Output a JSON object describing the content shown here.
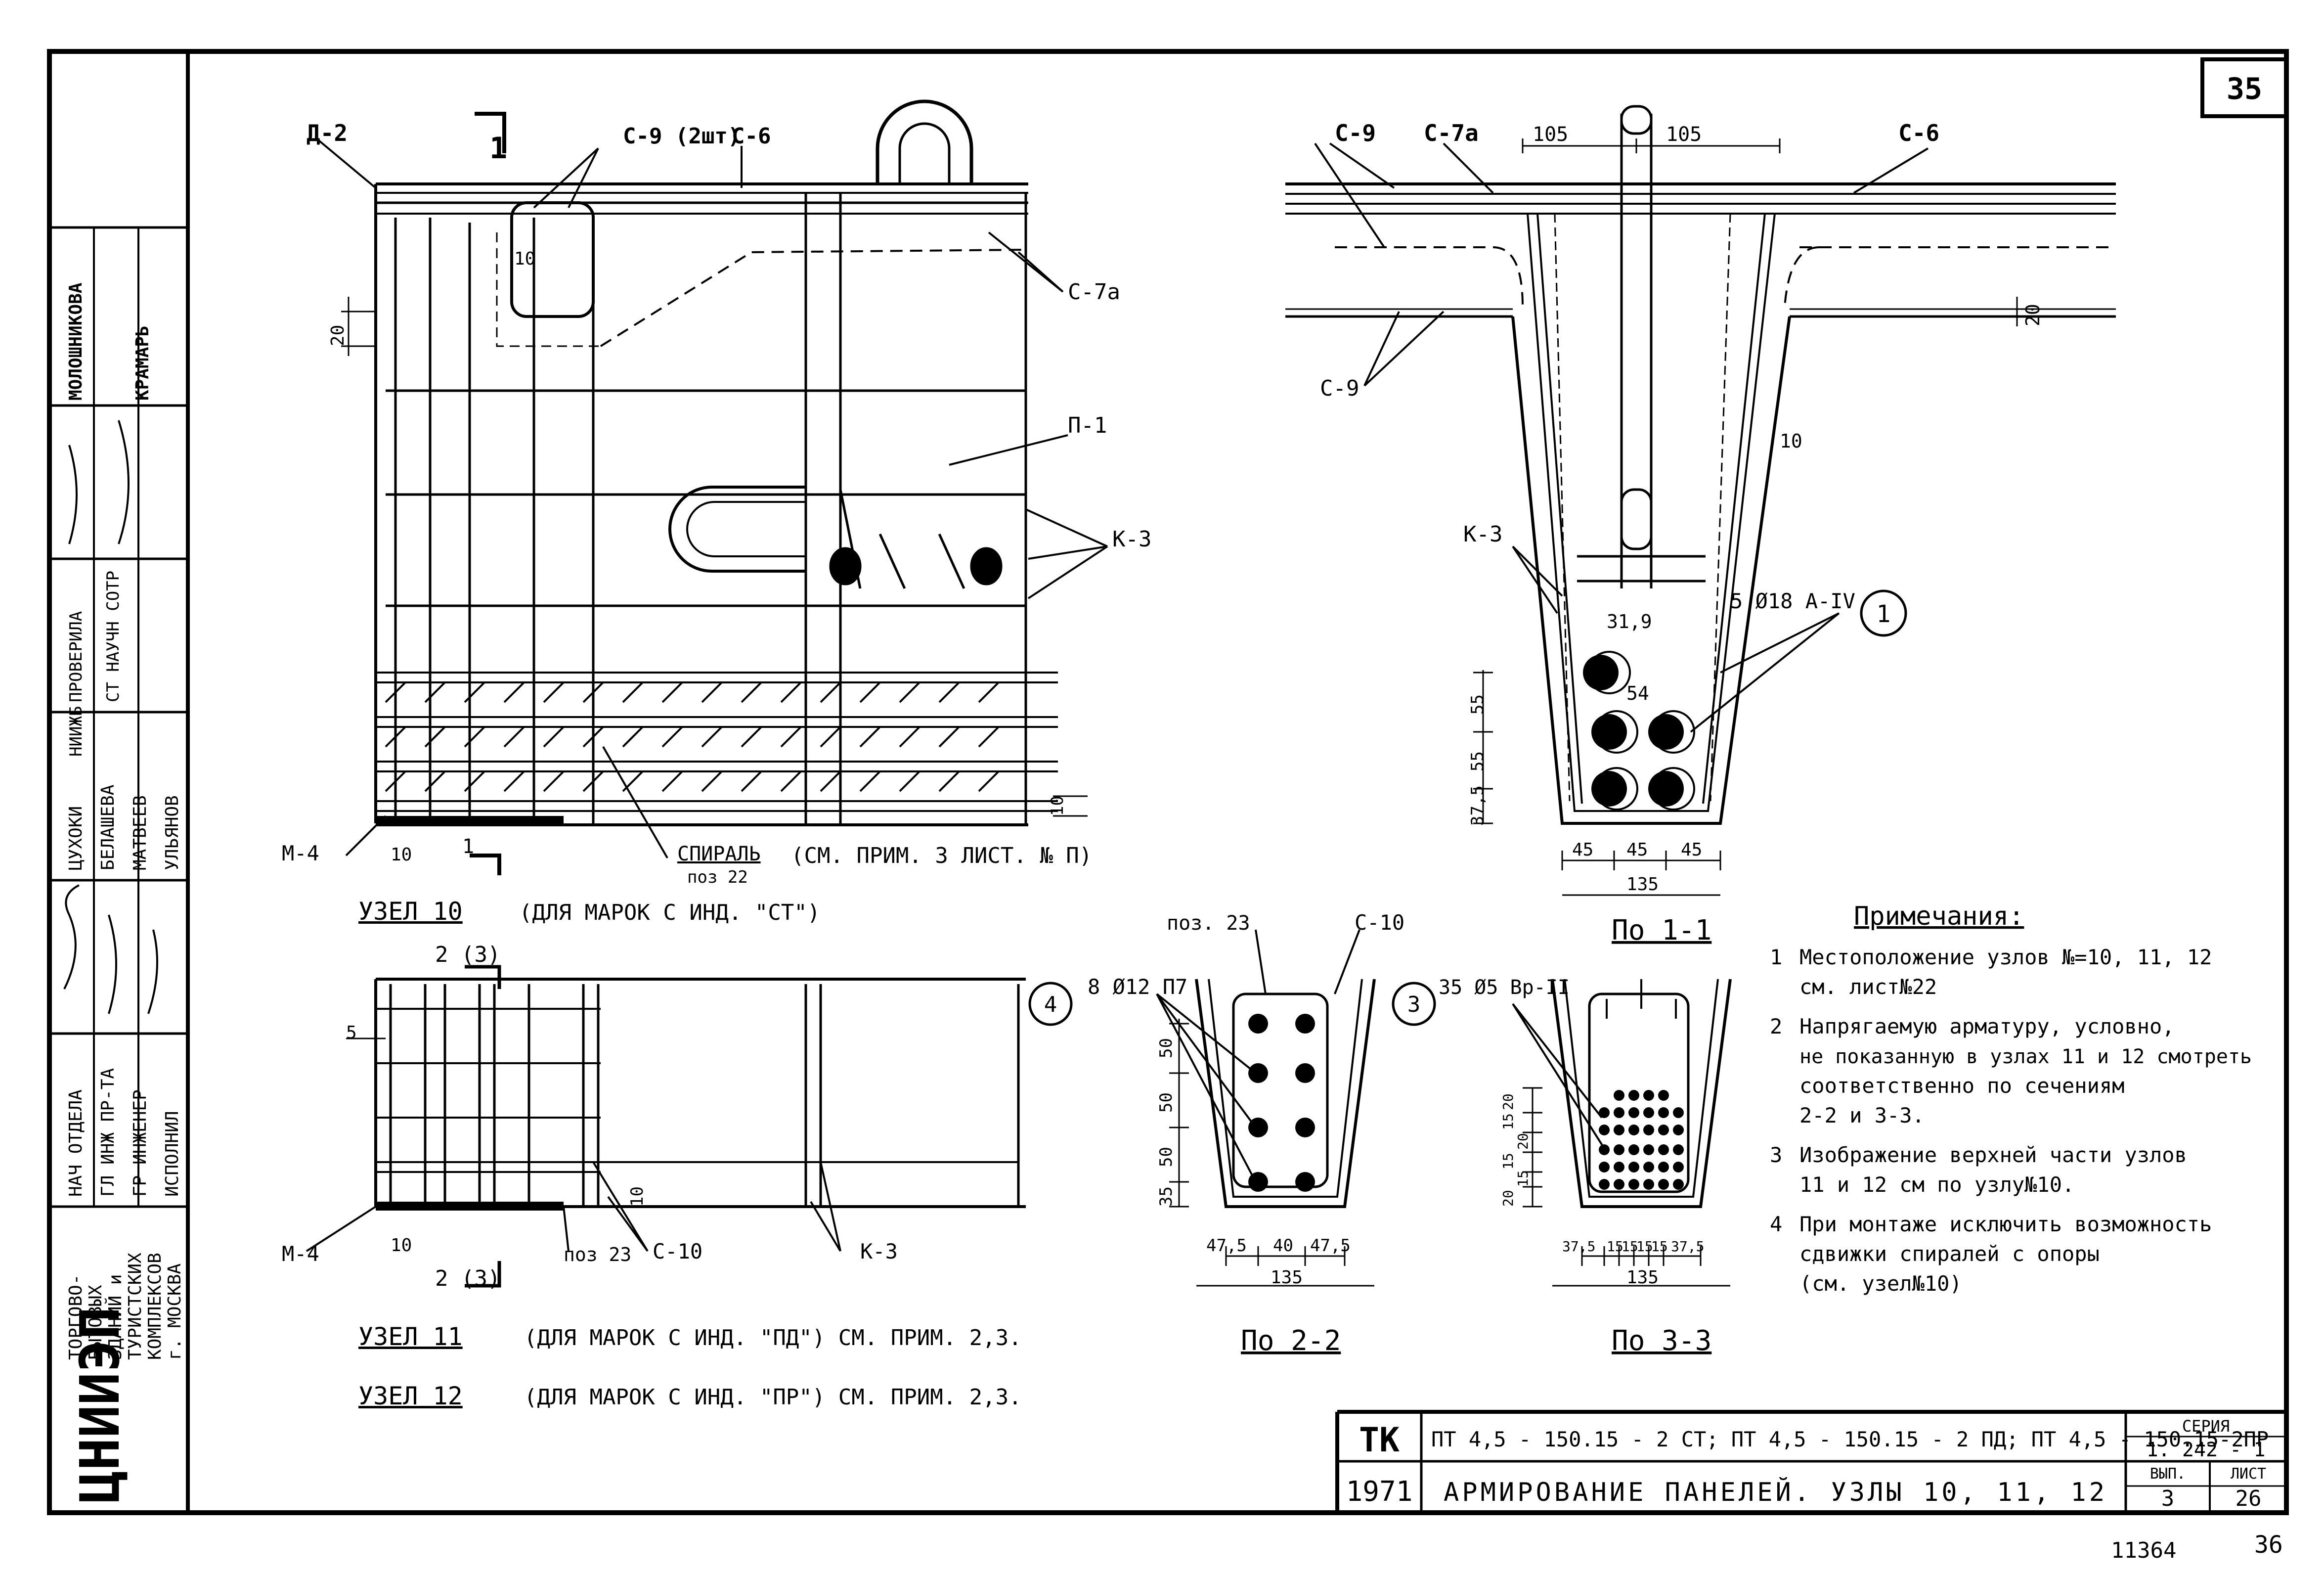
{
  "sheet": {
    "page_number": "35",
    "footer_number": "11364",
    "footer_page": "36"
  },
  "side_stamp": {
    "org": "ЦНИИЭП",
    "org_desc": [
      "ТОРГОВО-",
      "БЫТОВЫХ",
      "ЗДАНИЙ и",
      "ТУРИСТСКИХ",
      "КОМПЛЕКСОВ",
      "г. МОСКВА"
    ],
    "roles": [
      "НАЧ ОТДЕЛА",
      "ГЛ ИНЖ ПР-ТА",
      "ГР ИНЖЕНЕР",
      "ИСПОЛНИЛ"
    ],
    "names": [
      "ЦУХОКИ",
      "БЕЛАШЕВА",
      "МАТВЕЕВ",
      "УЛЬЯНОВ"
    ],
    "check_block": [
      "ПРОВЕРИЛА",
      "СТ НАУЧН СОТР",
      "НИИЖБ"
    ],
    "extra_names": [
      "МОЛОШНИКОВА",
      "КРАМАРЬ"
    ]
  },
  "uzel10": {
    "labels": {
      "d2": "Д-2",
      "section_mark": "1",
      "c9": "С-9 (2шт)",
      "c6": "С-6",
      "c7a": "С-7а",
      "p1": "П-1",
      "k3": "К-3",
      "m4": "М-4",
      "spiral": "СПИРАЛЬ",
      "poz22": "поз 22",
      "d10": "10",
      "d20": "20",
      "d10b": "10",
      "d10c": "10",
      "cut_bottom": "1"
    },
    "spiral_note": "(СМ. ПРИМ. 3 ЛИСТ. № П)",
    "title": "УЗЕЛ 10",
    "subtitle": "(ДЛЯ МАРОК С ИНД. \"СТ\")"
  },
  "uzel11": {
    "labels": {
      "cut_top": "2 (3)",
      "cut_bottom": "2 (3)",
      "d5": "5",
      "m4": "М-4",
      "d10": "10",
      "poz23": "поз 23",
      "c10": "С-10",
      "k3": "К-3",
      "d10b": "10"
    },
    "title": "УЗЕЛ 11",
    "subtitle": "(ДЛЯ МАРОК С ИНД. \"ПД\") СМ. ПРИМ. 2,3."
  },
  "uzel12": {
    "title": "УЗЕЛ 12",
    "subtitle": "(ДЛЯ МАРОК С ИНД. \"ПР\") СМ. ПРИМ. 2,3."
  },
  "section11": {
    "title": "По 1-1",
    "labels": {
      "c9": "С-9",
      "c7a": "С-7а",
      "c6": "С-6",
      "c9b": "С-9",
      "k3": "К-3",
      "d105a": "105",
      "d105b": "105",
      "d20": "20",
      "d10": "10",
      "d319": "31,9",
      "d54": "54",
      "rebar": "5 Ø18 А-IV",
      "circle": "1"
    },
    "dims_left": [
      "55",
      "55",
      "37,5"
    ],
    "dims_bottom": [
      "45",
      "45",
      "45"
    ],
    "total_width": "135"
  },
  "section22": {
    "title": "По 2-2",
    "labels": {
      "poz23": "поз. 23",
      "c10": "С-10",
      "rebar": "8 Ø12 П7",
      "circle": "4"
    },
    "dims_left": [
      "50",
      "50",
      "50",
      "35"
    ],
    "dims_bottom": [
      "47,5",
      "40",
      "47,5"
    ],
    "total_width": "135"
  },
  "section33": {
    "title": "По 3-3",
    "labels": {
      "rebar": "35 Ø5 Вр-II",
      "circle": "3"
    },
    "dims_left": [
      "20",
      "15",
      "20",
      "15",
      "15",
      "20"
    ],
    "dims_bottom": [
      "37,5",
      "15",
      "15",
      "15",
      "15",
      "37,5"
    ],
    "total_width": "135"
  },
  "notes": {
    "title": "Примечания:",
    "items": [
      {
        "num": "1",
        "lines": [
          "Местоположение узлов №=10, 11, 12",
          "см. лист№22"
        ]
      },
      {
        "num": "2",
        "lines": [
          "Напрягаемую арматуру, условно,",
          "не показанную в узлах 11 и 12 смотреть",
          "соответственно по сечениям",
          "2-2 и 3-3."
        ]
      },
      {
        "num": "3",
        "lines": [
          "Изображение верхней части узлов",
          "11 и 12 см по узлу№10."
        ]
      },
      {
        "num": "4",
        "lines": [
          "При монтаже исключить возможность",
          "сдвижки спиралей с опоры",
          "(см. узел№10)"
        ]
      }
    ]
  },
  "title_block": {
    "code": "ТК",
    "year": "1971",
    "marks": "ПТ 4,5 - 150.15 - 2 СТ; ПТ 4,5 - 150.15 - 2 ПД; ПТ 4,5 - 150.15-2ПР",
    "title": "АРМИРОВАНИЕ ПАНЕЛЕЙ. УЗЛЫ 10, 11, 12",
    "series_label": "СЕРИЯ",
    "series_value": "1. 242 - 1",
    "issue_label": "ВЫП.",
    "issue_value": "3",
    "sheet_label": "ЛИСТ",
    "sheet_value": "26"
  }
}
